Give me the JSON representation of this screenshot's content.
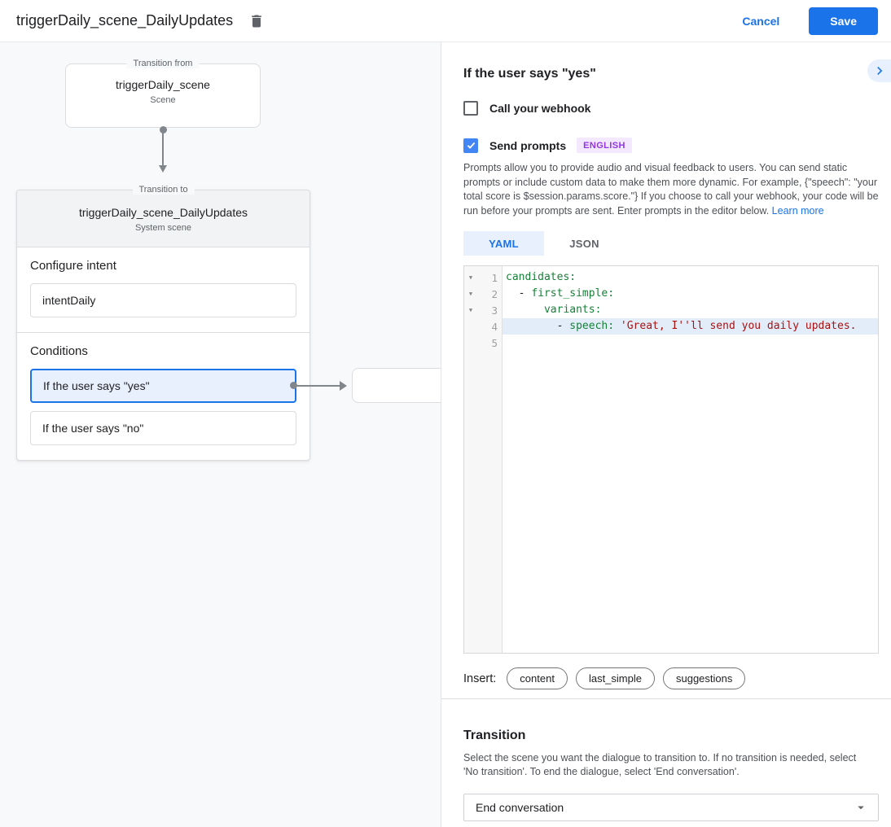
{
  "header": {
    "title": "triggerDaily_scene_DailyUpdates",
    "cancel_label": "Cancel",
    "save_label": "Save"
  },
  "diagram": {
    "from_box": {
      "legend": "Transition from",
      "name": "triggerDaily_scene",
      "type": "Scene"
    },
    "to_box": {
      "legend": "Transition to",
      "name": "triggerDaily_scene_DailyUpdates",
      "type": "System scene"
    },
    "configure_intent": {
      "label": "Configure intent",
      "value": "intentDaily"
    },
    "conditions": {
      "label": "Conditions",
      "items": [
        {
          "label": "If the user says \"yes\"",
          "selected": true
        },
        {
          "label": "If the user says \"no\"",
          "selected": false
        }
      ]
    }
  },
  "panel": {
    "title": "If the user says \"yes\"",
    "webhook": {
      "label": "Call your webhook",
      "checked": false
    },
    "send_prompts": {
      "label": "Send prompts",
      "checked": true,
      "badge": "ENGLISH"
    },
    "description": "Prompts allow you to provide audio and visual feedback to users. You can send static prompts or include custom data to make them more dynamic. For example, {\"speech\": \"your total score is $session.params.score.\"} If you choose to call your webhook, your code will be run before your prompts are sent. Enter prompts in the editor below. ",
    "learn_more": "Learn more",
    "tabs": [
      {
        "label": "YAML",
        "active": true
      },
      {
        "label": "JSON",
        "active": false
      }
    ],
    "editor": {
      "lines": [
        {
          "num": "1",
          "fold": "▼",
          "pre": "",
          "key": "candidates:",
          "str": ""
        },
        {
          "num": "2",
          "fold": "▼",
          "pre": "  - ",
          "key": "first_simple:",
          "str": ""
        },
        {
          "num": "3",
          "fold": "▼",
          "pre": "      ",
          "key": "variants:",
          "str": ""
        },
        {
          "num": "4",
          "fold": "",
          "pre": "        - ",
          "key": "speech:",
          "str": " 'Great, I''ll send you daily updates."
        },
        {
          "num": "5",
          "fold": "",
          "pre": "",
          "key": "",
          "str": ""
        }
      ]
    },
    "insert": {
      "label": "Insert:",
      "chips": [
        "content",
        "last_simple",
        "suggestions"
      ]
    },
    "transition": {
      "title": "Transition",
      "description": "Select the scene you want the dialogue to transition to. If no transition is needed, select 'No transition'. To end the dialogue, select 'End conversation'.",
      "selected_value": "End conversation"
    }
  }
}
